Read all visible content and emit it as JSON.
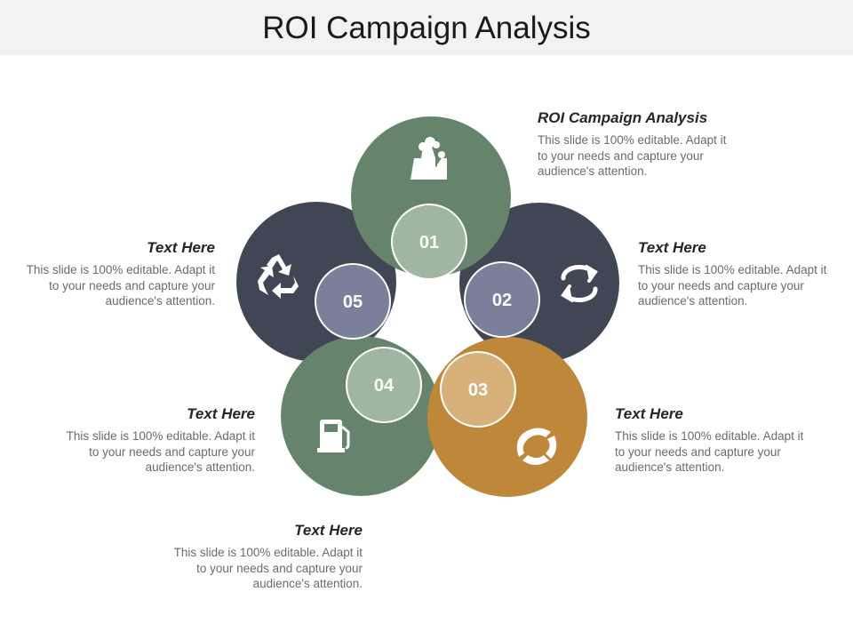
{
  "title": "ROI Campaign Analysis",
  "colors": {
    "green": "#66846b",
    "navy": "#414655",
    "orange": "#bf873a",
    "num_sage": "#9fb7a0",
    "num_slate": "#7a8099",
    "num_tan": "#d7b07a"
  },
  "steps": [
    {
      "number": "01",
      "icon": "factory-icon",
      "heading": "ROI Campaign Analysis",
      "text": "This slide is 100% editable. Adapt it to your needs and capture your audience's attention."
    },
    {
      "number": "02",
      "icon": "refresh-icon",
      "heading": "Text Here",
      "text": "This slide is 100% editable. Adapt it to your needs and capture your audience's attention."
    },
    {
      "number": "03",
      "icon": "cycle-icon",
      "heading": "Text Here",
      "text": "This slide is 100% editable. Adapt it to your needs and capture your audience's attention."
    },
    {
      "number": "04",
      "icon": "fuel-pump-icon",
      "heading": "Text Here",
      "text": "This slide is 100% editable. Adapt it to your needs and capture your audience's attention."
    },
    {
      "number": "05",
      "icon": "recycle-icon",
      "heading": "Text Here",
      "text": "This slide is 100% editable. Adapt it to your needs and capture your audience's attention."
    }
  ],
  "extra_block": {
    "heading": "Text Here",
    "text": "This slide is 100% editable. Adapt it to your needs and capture your audience's attention."
  }
}
